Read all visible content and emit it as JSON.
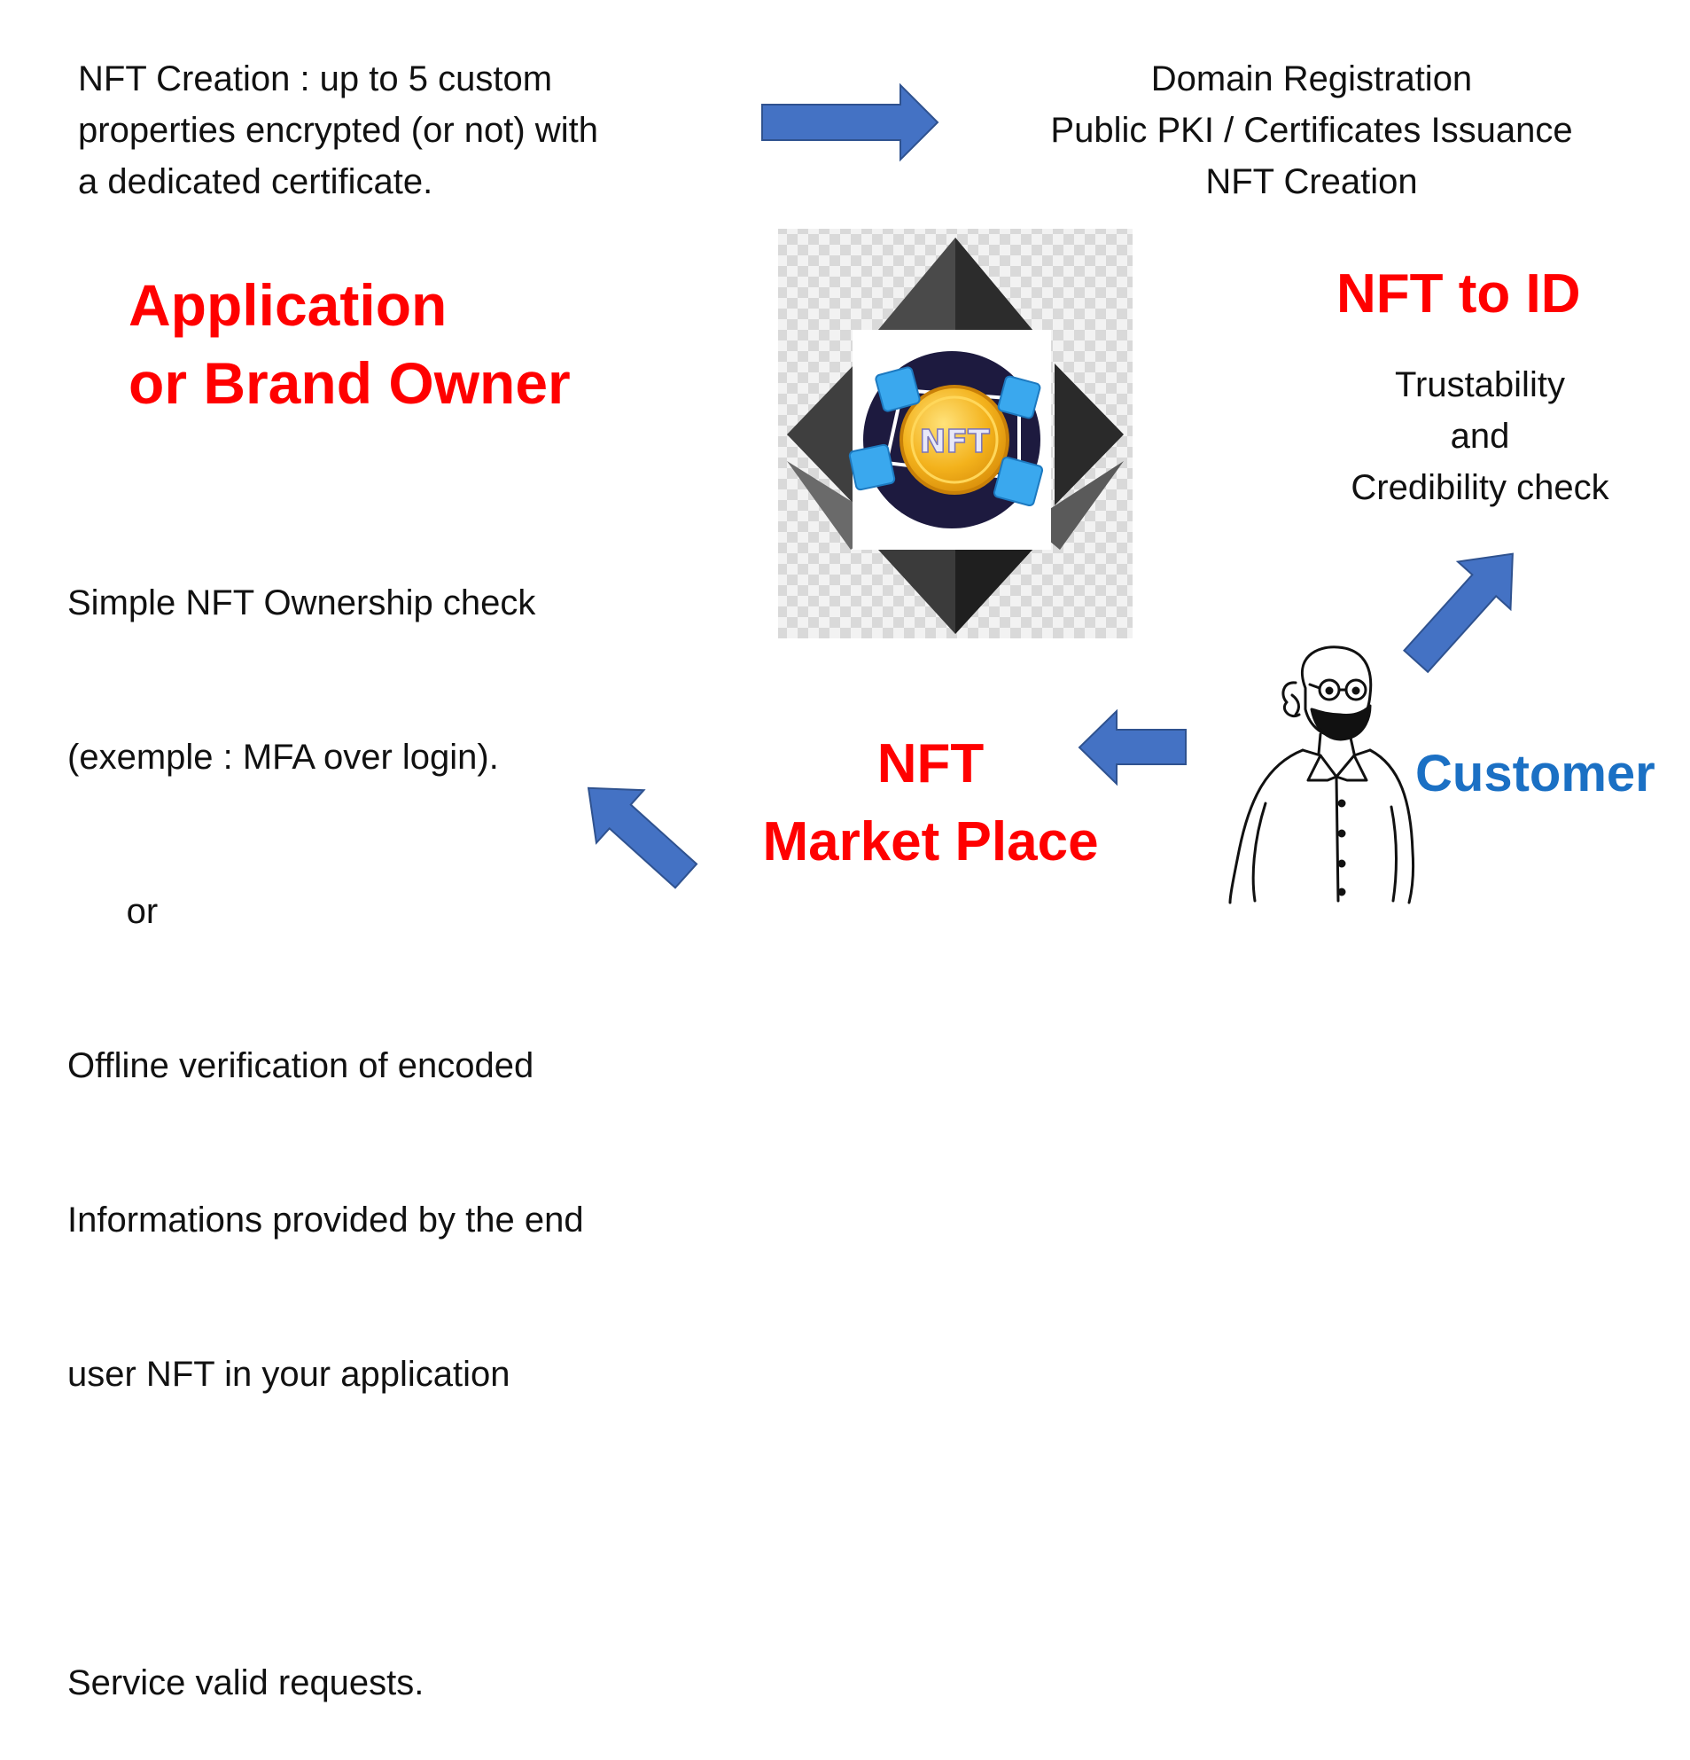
{
  "top_left": {
    "lines": [
      "NFT Creation : up to 5 custom",
      "properties encrypted (or not) with",
      "a dedicated certificate."
    ]
  },
  "top_right": {
    "lines": [
      "Domain Registration",
      "Public PKI / Certificates Issuance",
      "NFT Creation"
    ]
  },
  "app_owner": {
    "lines": [
      "Application",
      "or Brand Owner"
    ],
    "color": "#ff0000"
  },
  "nft_to_id": {
    "title": "NFT to ID",
    "lines": [
      "Trustability",
      "and",
      "Credibility check"
    ]
  },
  "left_bottom": {
    "lines": [
      "Simple NFT Ownership check",
      "(exemple : MFA over login).",
      "      or",
      "Offline verification of encoded",
      "Informations provided by the end",
      "user NFT in your application",
      "",
      "Service valid requests."
    ]
  },
  "market": {
    "lines": [
      "NFT",
      "Market Place"
    ]
  },
  "customer": {
    "label": "Customer",
    "color": "#1b70c4"
  },
  "coin": {
    "label": "NFT"
  },
  "colors": {
    "arrow_fill": "#4472c4",
    "arrow_stroke": "#2f528f",
    "red": "#ff0000",
    "blue": "#1b70c4"
  },
  "icons": [
    "arrow-right-icon",
    "arrow-up-right-icon",
    "arrow-left-icon",
    "arrow-up-left-icon",
    "ethereum-nft-icon",
    "customer-person-icon"
  ]
}
